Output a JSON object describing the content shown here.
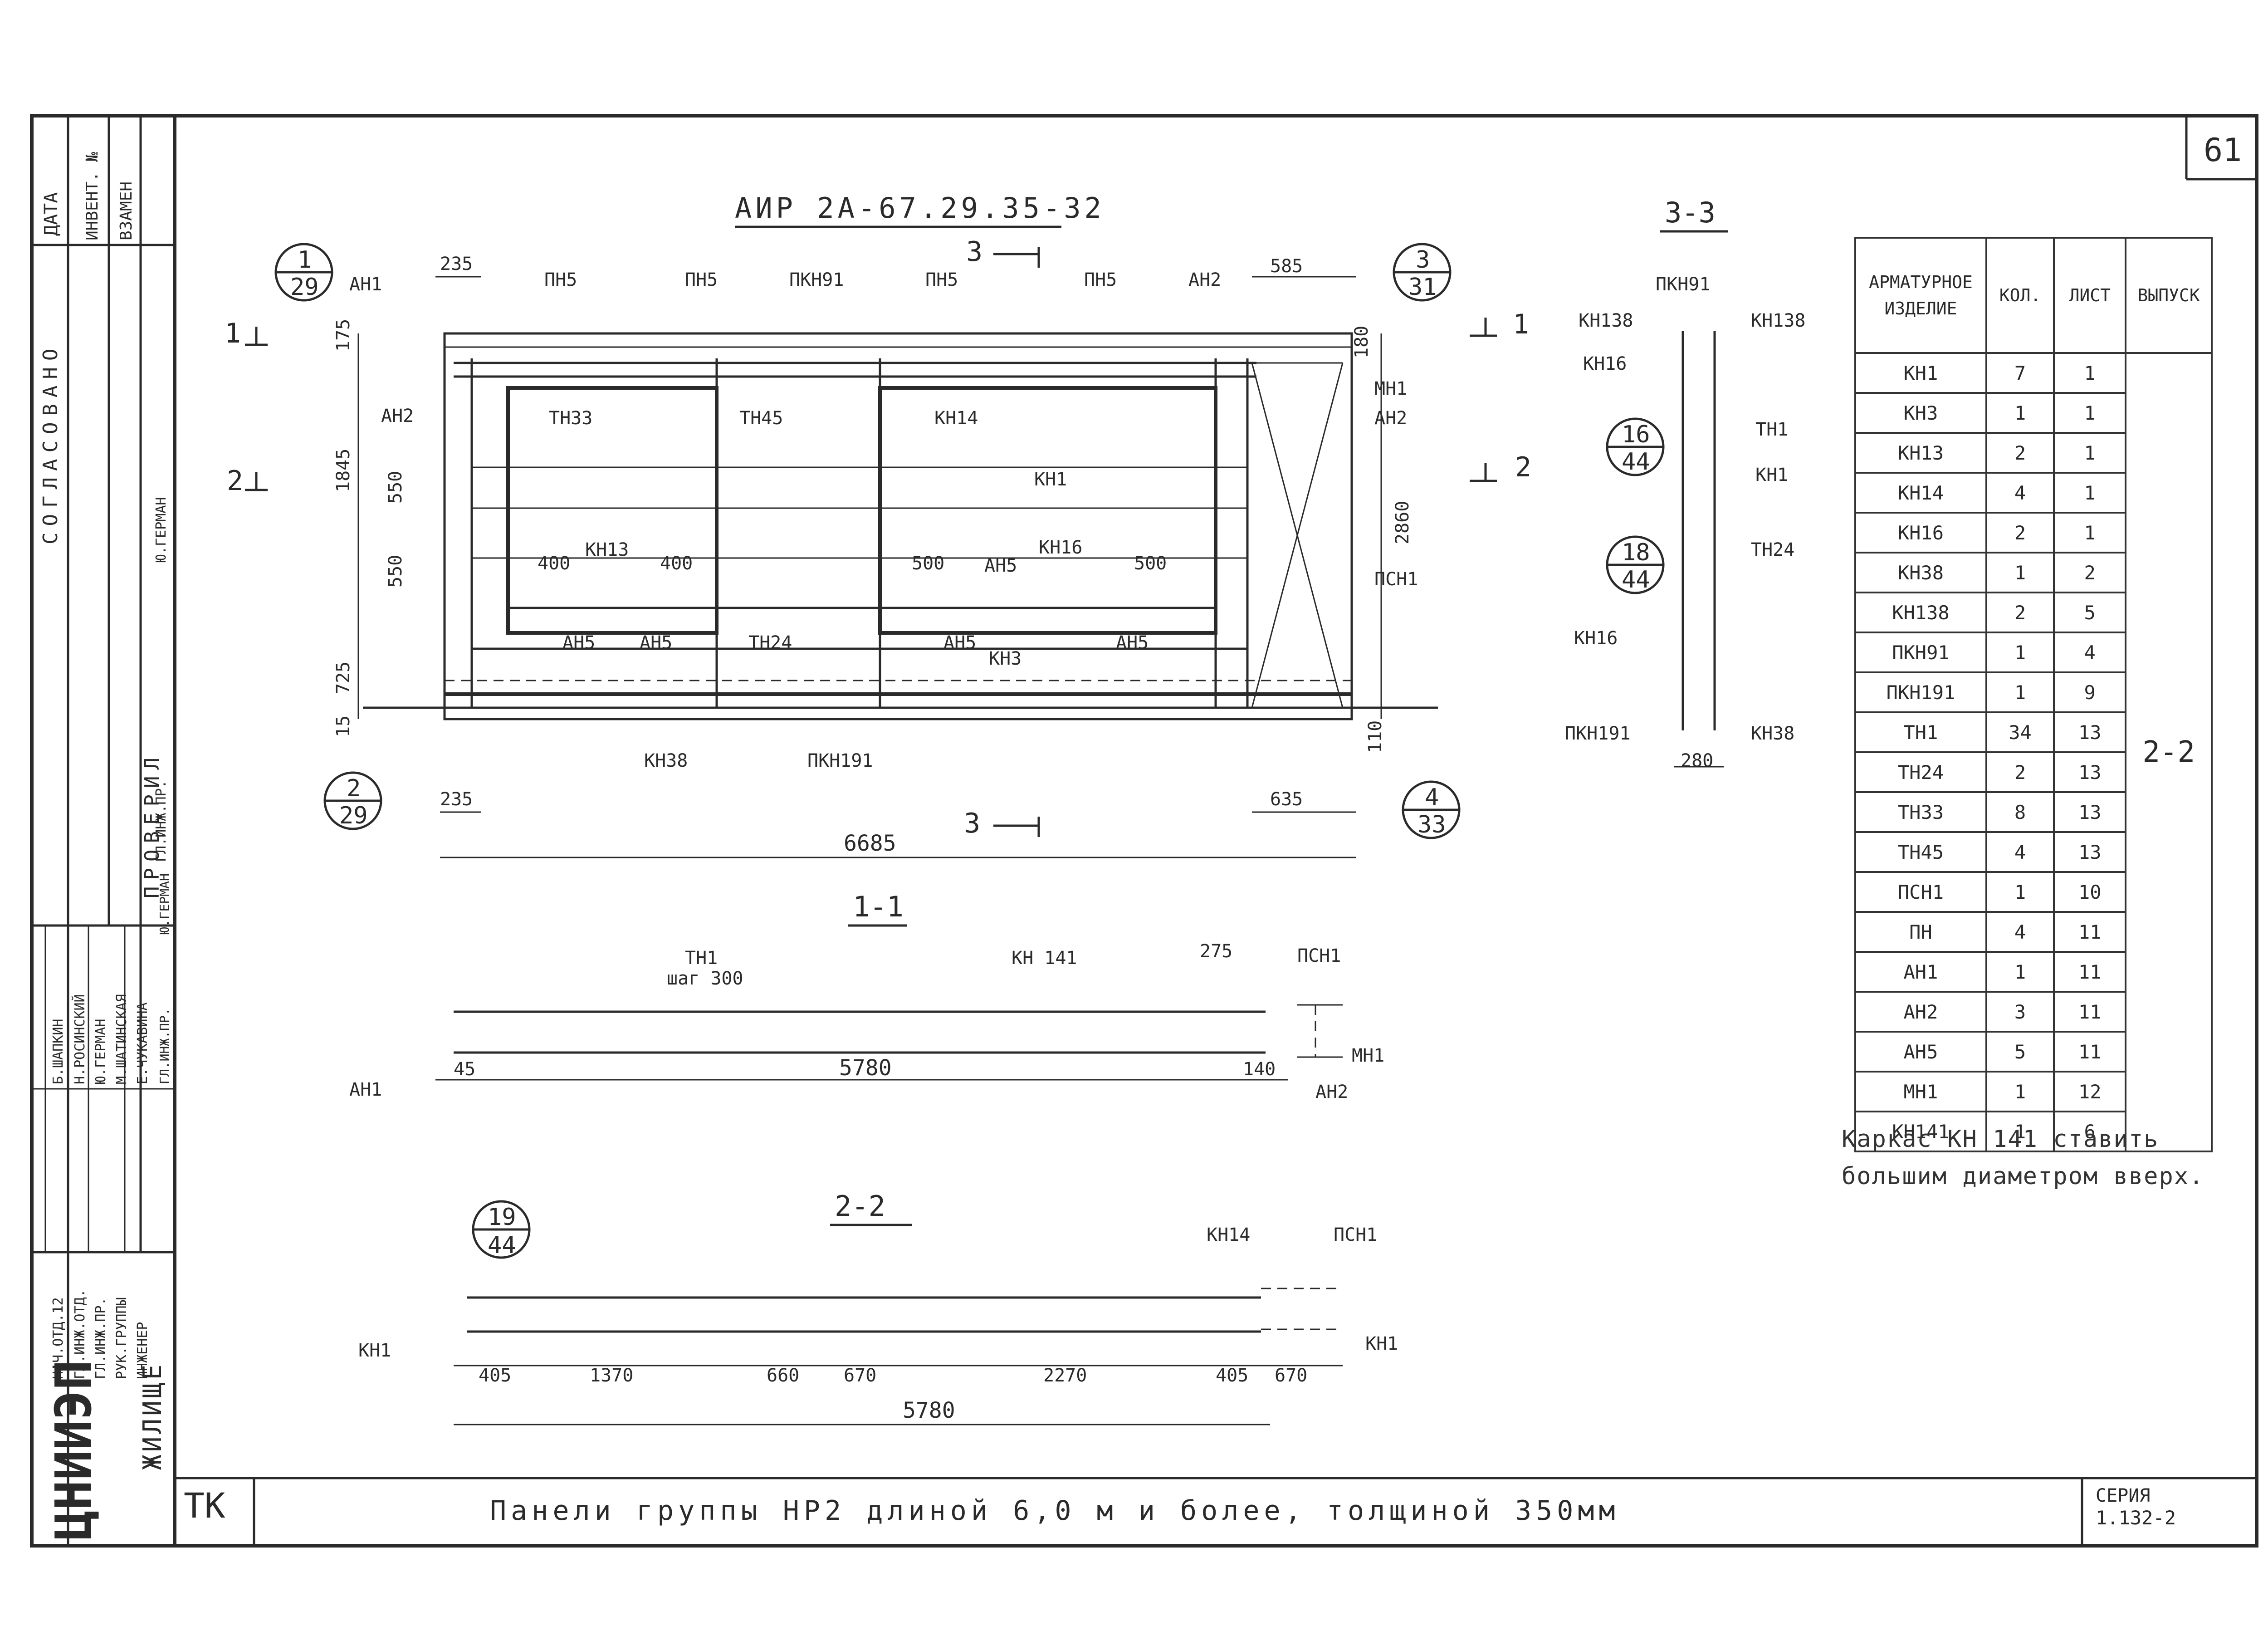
{
  "sheet": {
    "page_number": "61",
    "main_title": "АИР 2А-67.29.35-32",
    "section_1_1": "1-1",
    "section_2_2": "2-2",
    "section_3_3": "3-3",
    "bottom_title": "Панели группы НР2 длиной 6,0 м и более, толщиной 350мм",
    "tk": "ТК",
    "series_label": "СЕРИЯ",
    "series_value": "1.132-2",
    "note": "Каркас КН 141 ставить большим диаметром вверх."
  },
  "left_strip": {
    "vertical_labels": [
      "ДАТА",
      "ИНВЕНТ. №",
      "ВЗАМЕН",
      "СОГЛАСОВАНО",
      "ПРОВЕРИЛ"
    ],
    "org": "ЖИЛИЩЕ",
    "logo_text": "ЦНИИЭП",
    "roles": [
      "НАЧ.ОТД.12",
      "ГЛ.ИНЖ.ОТД.",
      "ГЛ.ИНЖ.ПР.",
      "РУК.ГРУППЫ",
      "ИНЖЕНЕР"
    ],
    "names": [
      "Б.ШАПКИН",
      "Н.РОСИНСКИЙ",
      "Ю.ГЕРМАН",
      "М.ШАТИНСКАЯ",
      "Е.ЧУКАВИНА"
    ],
    "checked_roles": [
      "ГЛ.ИНЖ.ПР.",
      "ГЛ.ИНЖ.ПР."
    ],
    "checked_names": [
      "Ю.ГЕРМАН",
      "Ю.ГЕРМАН"
    ]
  },
  "spec_table": {
    "headers": [
      "АРМАТУРНОЕ ИЗДЕЛИЕ",
      "КОЛ.",
      "ЛИСТ",
      "ВЫПУСК"
    ],
    "release": "2-2",
    "rows": [
      [
        "КН1",
        "7",
        "1"
      ],
      [
        "КН3",
        "1",
        "1"
      ],
      [
        "КН13",
        "2",
        "1"
      ],
      [
        "КН14",
        "4",
        "1"
      ],
      [
        "КН16",
        "2",
        "1"
      ],
      [
        "КН38",
        "1",
        "2"
      ],
      [
        "КН138",
        "2",
        "5"
      ],
      [
        "ПКН91",
        "1",
        "4"
      ],
      [
        "ПКН191",
        "1",
        "9"
      ],
      [
        "ТН1",
        "34",
        "13"
      ],
      [
        "ТН24",
        "2",
        "13"
      ],
      [
        "ТН33",
        "8",
        "13"
      ],
      [
        "ТН45",
        "4",
        "13"
      ],
      [
        "ПСН1",
        "1",
        "10"
      ],
      [
        "ПН",
        "4",
        "11"
      ],
      [
        "АН1",
        "1",
        "11"
      ],
      [
        "АН2",
        "3",
        "11"
      ],
      [
        "АН5",
        "5",
        "11"
      ],
      [
        "МН1",
        "1",
        "12"
      ],
      [
        "КН141",
        "1",
        "6"
      ]
    ]
  },
  "elevation": {
    "callout_1": [
      "1",
      "29"
    ],
    "callout_2": [
      "2",
      "29"
    ],
    "callout_3": [
      "3",
      "31"
    ],
    "callout_4": [
      "4",
      "33"
    ],
    "labels": [
      "АН1",
      "ПН5",
      "ПН5",
      "ПКН91",
      "ПН5",
      "ПН5",
      "АН2",
      "МН1",
      "АН2",
      "АН2",
      "ТН33",
      "ТН45",
      "КН14",
      "КН1",
      "ПСН1",
      "КН13",
      "КН16",
      "АН5",
      "АН5",
      "АН5",
      "АН5",
      "АН5",
      "КН3",
      "ТН24",
      "КН38",
      "ПКН191"
    ],
    "dims": [
      "235",
      "585",
      "175",
      "180",
      "1845",
      "550",
      "550",
      "725",
      "15",
      "2860",
      "110",
      "400",
      "400",
      "500",
      "500",
      "235",
      "635",
      "6685"
    ],
    "section_marks": [
      "1",
      "1",
      "2",
      "2",
      "3",
      "3"
    ]
  },
  "section_1_1": {
    "labels": [
      "ТН1",
      "шаг 300",
      "КН 141",
      "ПСН1",
      "АН1",
      "МН1",
      "АН2"
    ],
    "dims": [
      "275",
      "45",
      "5780",
      "140"
    ]
  },
  "section_2_2": {
    "callout": [
      "19",
      "44"
    ],
    "labels": [
      "КН14",
      "ПСН1",
      "КН1",
      "КН1"
    ],
    "dims": [
      "405",
      "1370",
      "660",
      "670",
      "2270",
      "405",
      "670",
      "5780"
    ]
  },
  "section_3_3": {
    "callout_a": [
      "16",
      "44"
    ],
    "callout_b": [
      "18",
      "44"
    ],
    "labels": [
      "ПКН91",
      "КН138",
      "КН138",
      "КН16",
      "ТН1",
      "КН1",
      "ТН24",
      "КН16",
      "ПКН191",
      "КН38"
    ],
    "dims": [
      "280"
    ]
  }
}
